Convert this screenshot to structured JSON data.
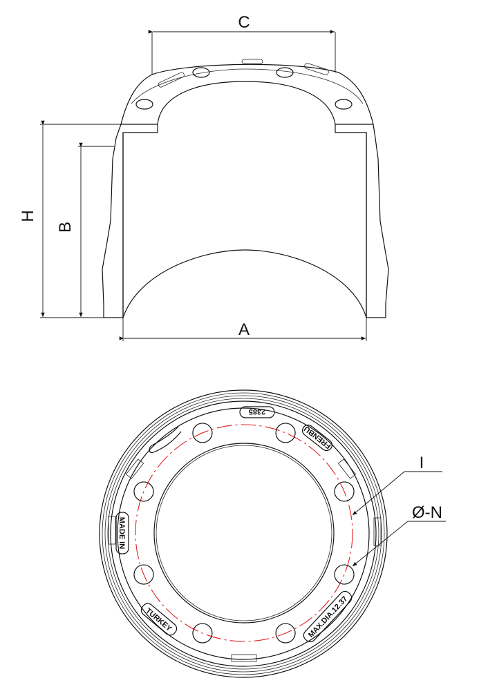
{
  "dimensions": {
    "c": "C",
    "a": "A",
    "h": "H",
    "b": "B",
    "i": "I",
    "n": "Ø-N"
  },
  "embossed": {
    "part_number": "2385",
    "brand": "FRENBU",
    "made_in": "MADE IN",
    "country": "TURKEY",
    "max_dia": "MAX.DIA.12.37"
  },
  "colors": {
    "line": "#111111",
    "bolt_circle": "#e02020"
  },
  "bolt_hole_count": 8
}
